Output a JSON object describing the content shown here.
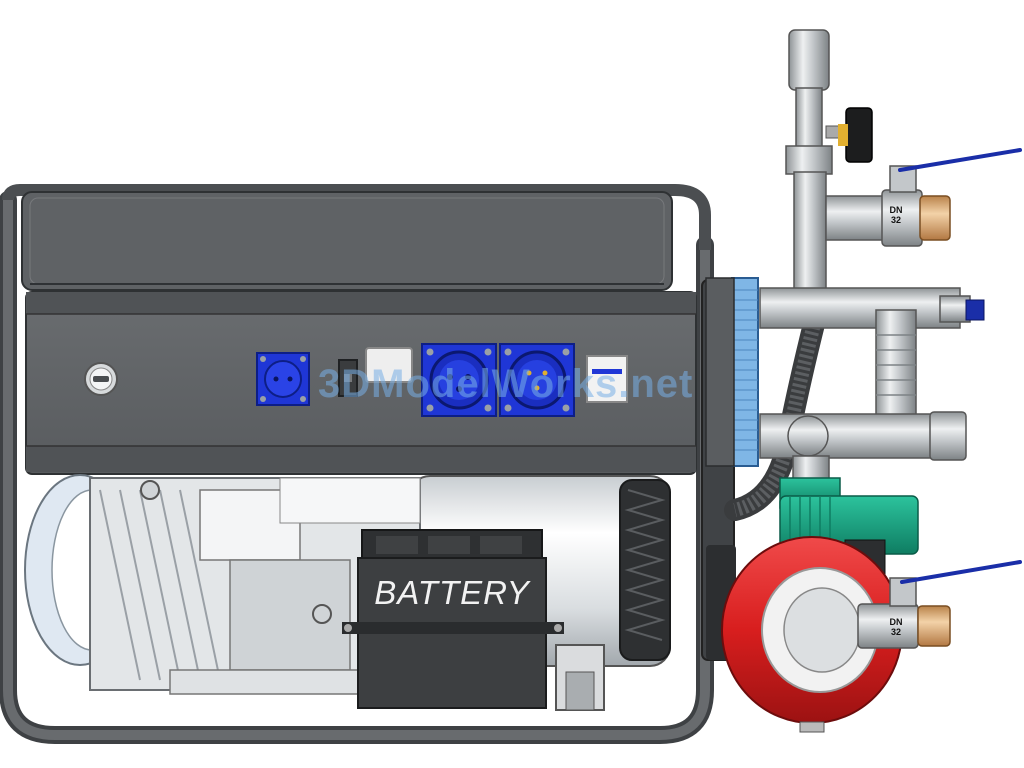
{
  "labels": {
    "battery": "BATTERY",
    "valve_top": "DN\n32",
    "valve_bottom": "DN\n32",
    "watermark": "3DModelWorks.net"
  },
  "colors": {
    "frame": "#56595c",
    "panel": "#606266",
    "socket_blue": "#1f36d6",
    "pump_green": "#159a7a",
    "tank_red": "#d81e1e",
    "pipe_steel": "#c9cdd0",
    "battery_body": "#3d3f41",
    "valve_handle": "#1a2ea8",
    "brass": "#d9a468"
  },
  "icons": {
    "key_switch": "key-switch-icon",
    "socket": "power-socket-icon"
  }
}
